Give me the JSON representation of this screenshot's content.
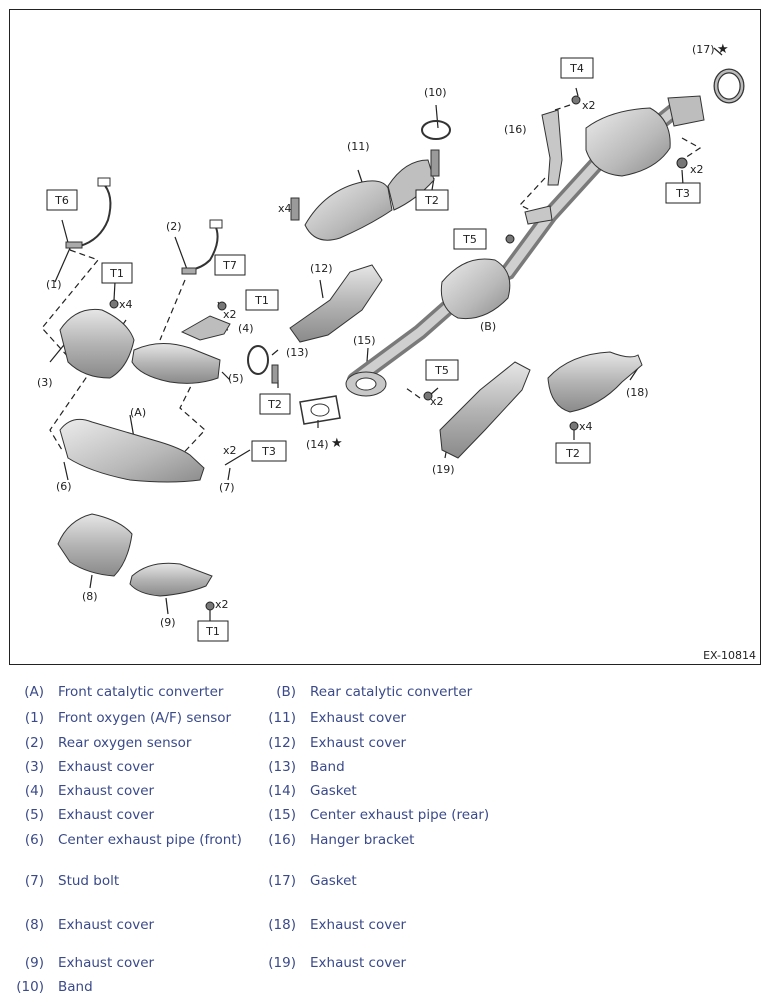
{
  "figure_id": "EX-10814",
  "callouts": {
    "A": "(A)",
    "B": "(B)",
    "c1": "(1)",
    "c2": "(2)",
    "c3": "(3)",
    "c4": "(4)",
    "c5": "(5)",
    "c6": "(6)",
    "c7": "(7)",
    "c8": "(8)",
    "c9": "(9)",
    "c10": "(10)",
    "c11": "(11)",
    "c12": "(12)",
    "c13": "(13)",
    "c14": "(14)",
    "c15": "(15)",
    "c16": "(16)",
    "c17": "(17)",
    "c18": "(18)",
    "c19": "(19)"
  },
  "torque_boxes": {
    "T1a": "T1",
    "T1b": "T1",
    "T1c": "T1",
    "T2a": "T2",
    "T2b": "T2",
    "T2c": "T2",
    "T3a": "T3",
    "T3b": "T3",
    "T4": "T4",
    "T5a": "T5",
    "T5b": "T5",
    "T6": "T6",
    "T7": "T7"
  },
  "quantities": {
    "x4": "x4",
    "x2": "x2"
  },
  "star": "★",
  "legend": [
    {
      "code": "(A)",
      "text": "Front catalytic converter"
    },
    {
      "code": "(B)",
      "text": "Rear catalytic converter"
    },
    {
      "code": "(1)",
      "text": "Front oxygen (A/F) sensor"
    },
    {
      "code": "(11)",
      "text": "Exhaust cover"
    },
    {
      "code": "(2)",
      "text": "Rear oxygen sensor"
    },
    {
      "code": "(12)",
      "text": "Exhaust cover"
    },
    {
      "code": "(3)",
      "text": "Exhaust cover"
    },
    {
      "code": "(13)",
      "text": "Band"
    },
    {
      "code": "(4)",
      "text": "Exhaust cover"
    },
    {
      "code": "(14)",
      "text": "Gasket"
    },
    {
      "code": "(5)",
      "text": "Exhaust cover"
    },
    {
      "code": "(15)",
      "text": "Center exhaust pipe (rear)"
    },
    {
      "code": "(6)",
      "text": "Center exhaust pipe (front)"
    },
    {
      "code": "(16)",
      "text": "Hanger bracket"
    },
    {
      "code": "(7)",
      "text": "Stud bolt"
    },
    {
      "code": "(17)",
      "text": "Gasket"
    },
    {
      "code": "(8)",
      "text": "Exhaust cover"
    },
    {
      "code": "(18)",
      "text": "Exhaust cover"
    },
    {
      "code": "(9)",
      "text": "Exhaust cover"
    },
    {
      "code": "(19)",
      "text": "Exhaust cover"
    },
    {
      "code": "(10)",
      "text": "Band"
    }
  ]
}
